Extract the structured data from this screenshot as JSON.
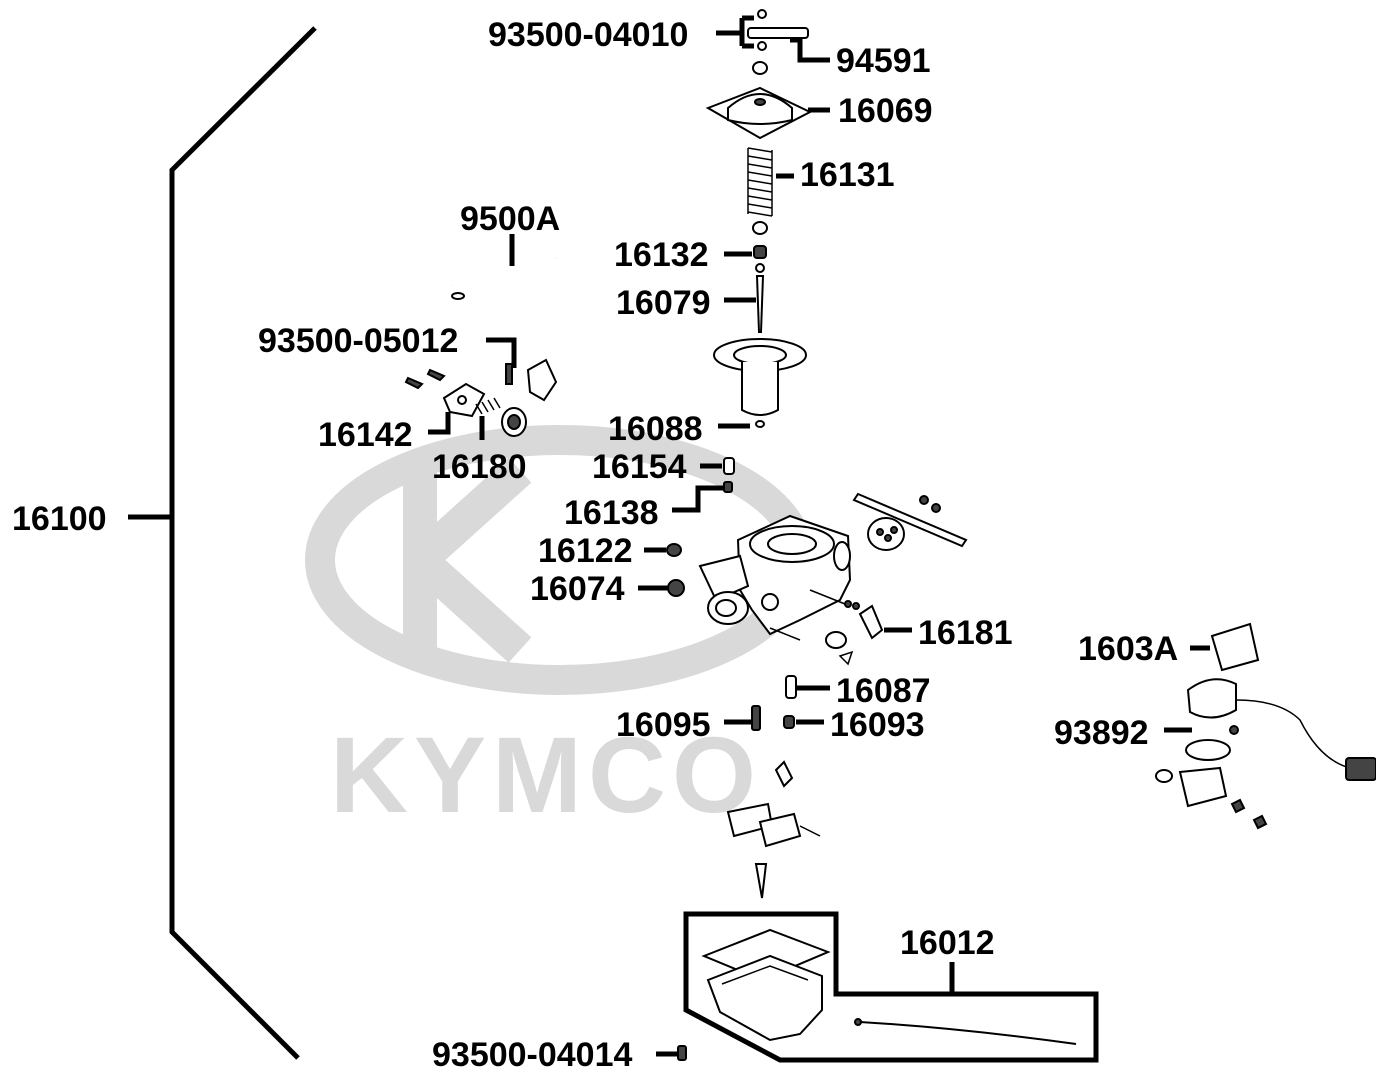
{
  "watermark": {
    "brand": "KYMCO"
  },
  "colors": {
    "ink": "#000000",
    "watermark": "#d9d9d9",
    "background": "#ffffff"
  },
  "labels": {
    "p93500_04010": "93500-04010",
    "p94591": "94591",
    "p16069": "16069",
    "p16131": "16131",
    "p9500A": "9500A",
    "p16132": "16132",
    "p16079": "16079",
    "p93500_05012": "93500-05012",
    "p16142": "16142",
    "p16180": "16180",
    "p16088": "16088",
    "p16154": "16154",
    "p16138": "16138",
    "p16100": "16100",
    "p16122": "16122",
    "p16074": "16074",
    "p16181": "16181",
    "p1603A": "1603A",
    "p16087": "16087",
    "p16095": "16095",
    "p16093": "16093",
    "p93892": "93892",
    "p16012": "16012",
    "p93500_04014": "93500-04014"
  }
}
